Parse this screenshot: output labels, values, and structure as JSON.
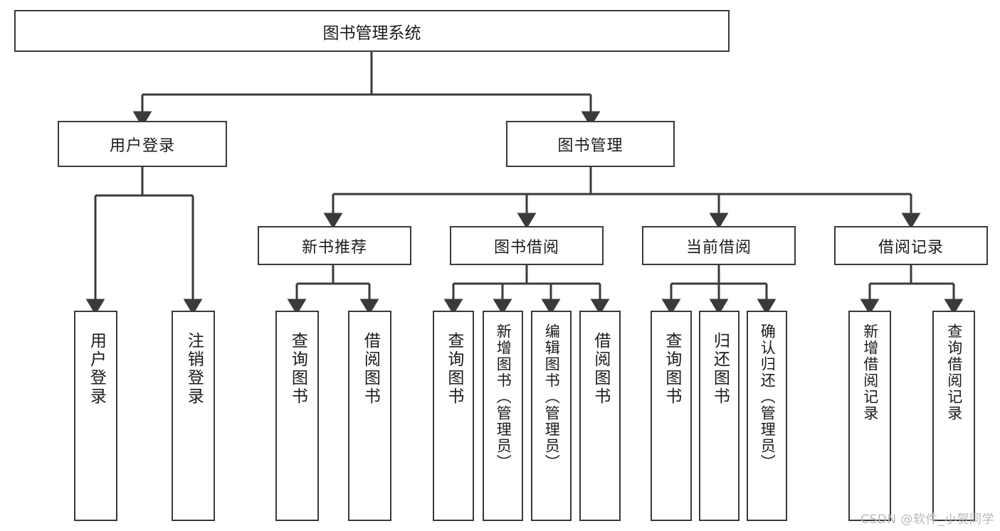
{
  "diagram": {
    "title": "图书管理系统",
    "watermark": "CSDN @软件_小贺同学",
    "line_color": "#3a3a3a",
    "background_color": "#ffffff",
    "text_color": "#1b1b1b",
    "root": {
      "id": "root",
      "label": "图书管理系统"
    },
    "level1": [
      {
        "id": "user-login",
        "label": "用户登录"
      },
      {
        "id": "book-manage",
        "label": "图书管理"
      }
    ],
    "level2": [
      {
        "id": "new-book-recommend",
        "label": "新书推荐",
        "parent": "book-manage"
      },
      {
        "id": "book-borrow",
        "label": "图书借阅",
        "parent": "book-manage"
      },
      {
        "id": "current-borrow",
        "label": "当前借阅",
        "parent": "book-manage"
      },
      {
        "id": "borrow-record",
        "label": "借阅记录",
        "parent": "book-manage"
      }
    ],
    "leaves": {
      "user-login": [
        {
          "id": "leaf-user-login",
          "label": "用户登录"
        },
        {
          "id": "leaf-user-logout",
          "label": "注销登录"
        }
      ],
      "new-book-recommend": [
        {
          "id": "leaf-query-book-1",
          "label": "查询图书"
        },
        {
          "id": "leaf-borrow-book-1",
          "label": "借阅图书"
        }
      ],
      "book-borrow": [
        {
          "id": "leaf-query-book-2",
          "label": "查询图书"
        },
        {
          "id": "leaf-add-book",
          "label": "新增图书（管理员）"
        },
        {
          "id": "leaf-edit-book",
          "label": "编辑图书（管理员）"
        },
        {
          "id": "leaf-borrow-book-2",
          "label": "借阅图书"
        }
      ],
      "current-borrow": [
        {
          "id": "leaf-query-book-3",
          "label": "查询图书"
        },
        {
          "id": "leaf-return-book",
          "label": "归还图书"
        },
        {
          "id": "leaf-confirm-return",
          "label": "确认归还（管理员）"
        }
      ],
      "borrow-record": [
        {
          "id": "leaf-add-record",
          "label": "新增借阅记录"
        },
        {
          "id": "leaf-query-record",
          "label": "查询借阅记录"
        }
      ]
    }
  }
}
